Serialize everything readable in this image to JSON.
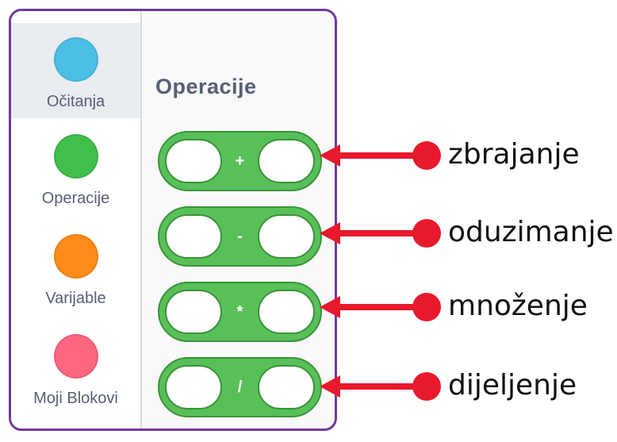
{
  "categories": [
    {
      "label": "Očitanja",
      "color": "#4cbfe6",
      "selected": true
    },
    {
      "label": "Operacije",
      "color": "#40bf4a",
      "selected": false
    },
    {
      "label": "Varijable",
      "color": "#ff8c1a",
      "selected": false
    },
    {
      "label": "Moji Blokovi",
      "color": "#ff6680",
      "selected": false
    }
  ],
  "palette": {
    "title": "Operacije",
    "blocks": [
      {
        "operator": "+"
      },
      {
        "operator": "-"
      },
      {
        "operator": "*"
      },
      {
        "operator": "/"
      }
    ]
  },
  "annotations": [
    {
      "text": "zbrajanje"
    },
    {
      "text": "oduzimanje"
    },
    {
      "text": "množenje"
    },
    {
      "text": "dijeljenje"
    }
  ],
  "colors": {
    "frame": "#6e3a9c",
    "block_fill": "#59c059",
    "block_border": "#389438",
    "arrow": "#e8192c"
  }
}
